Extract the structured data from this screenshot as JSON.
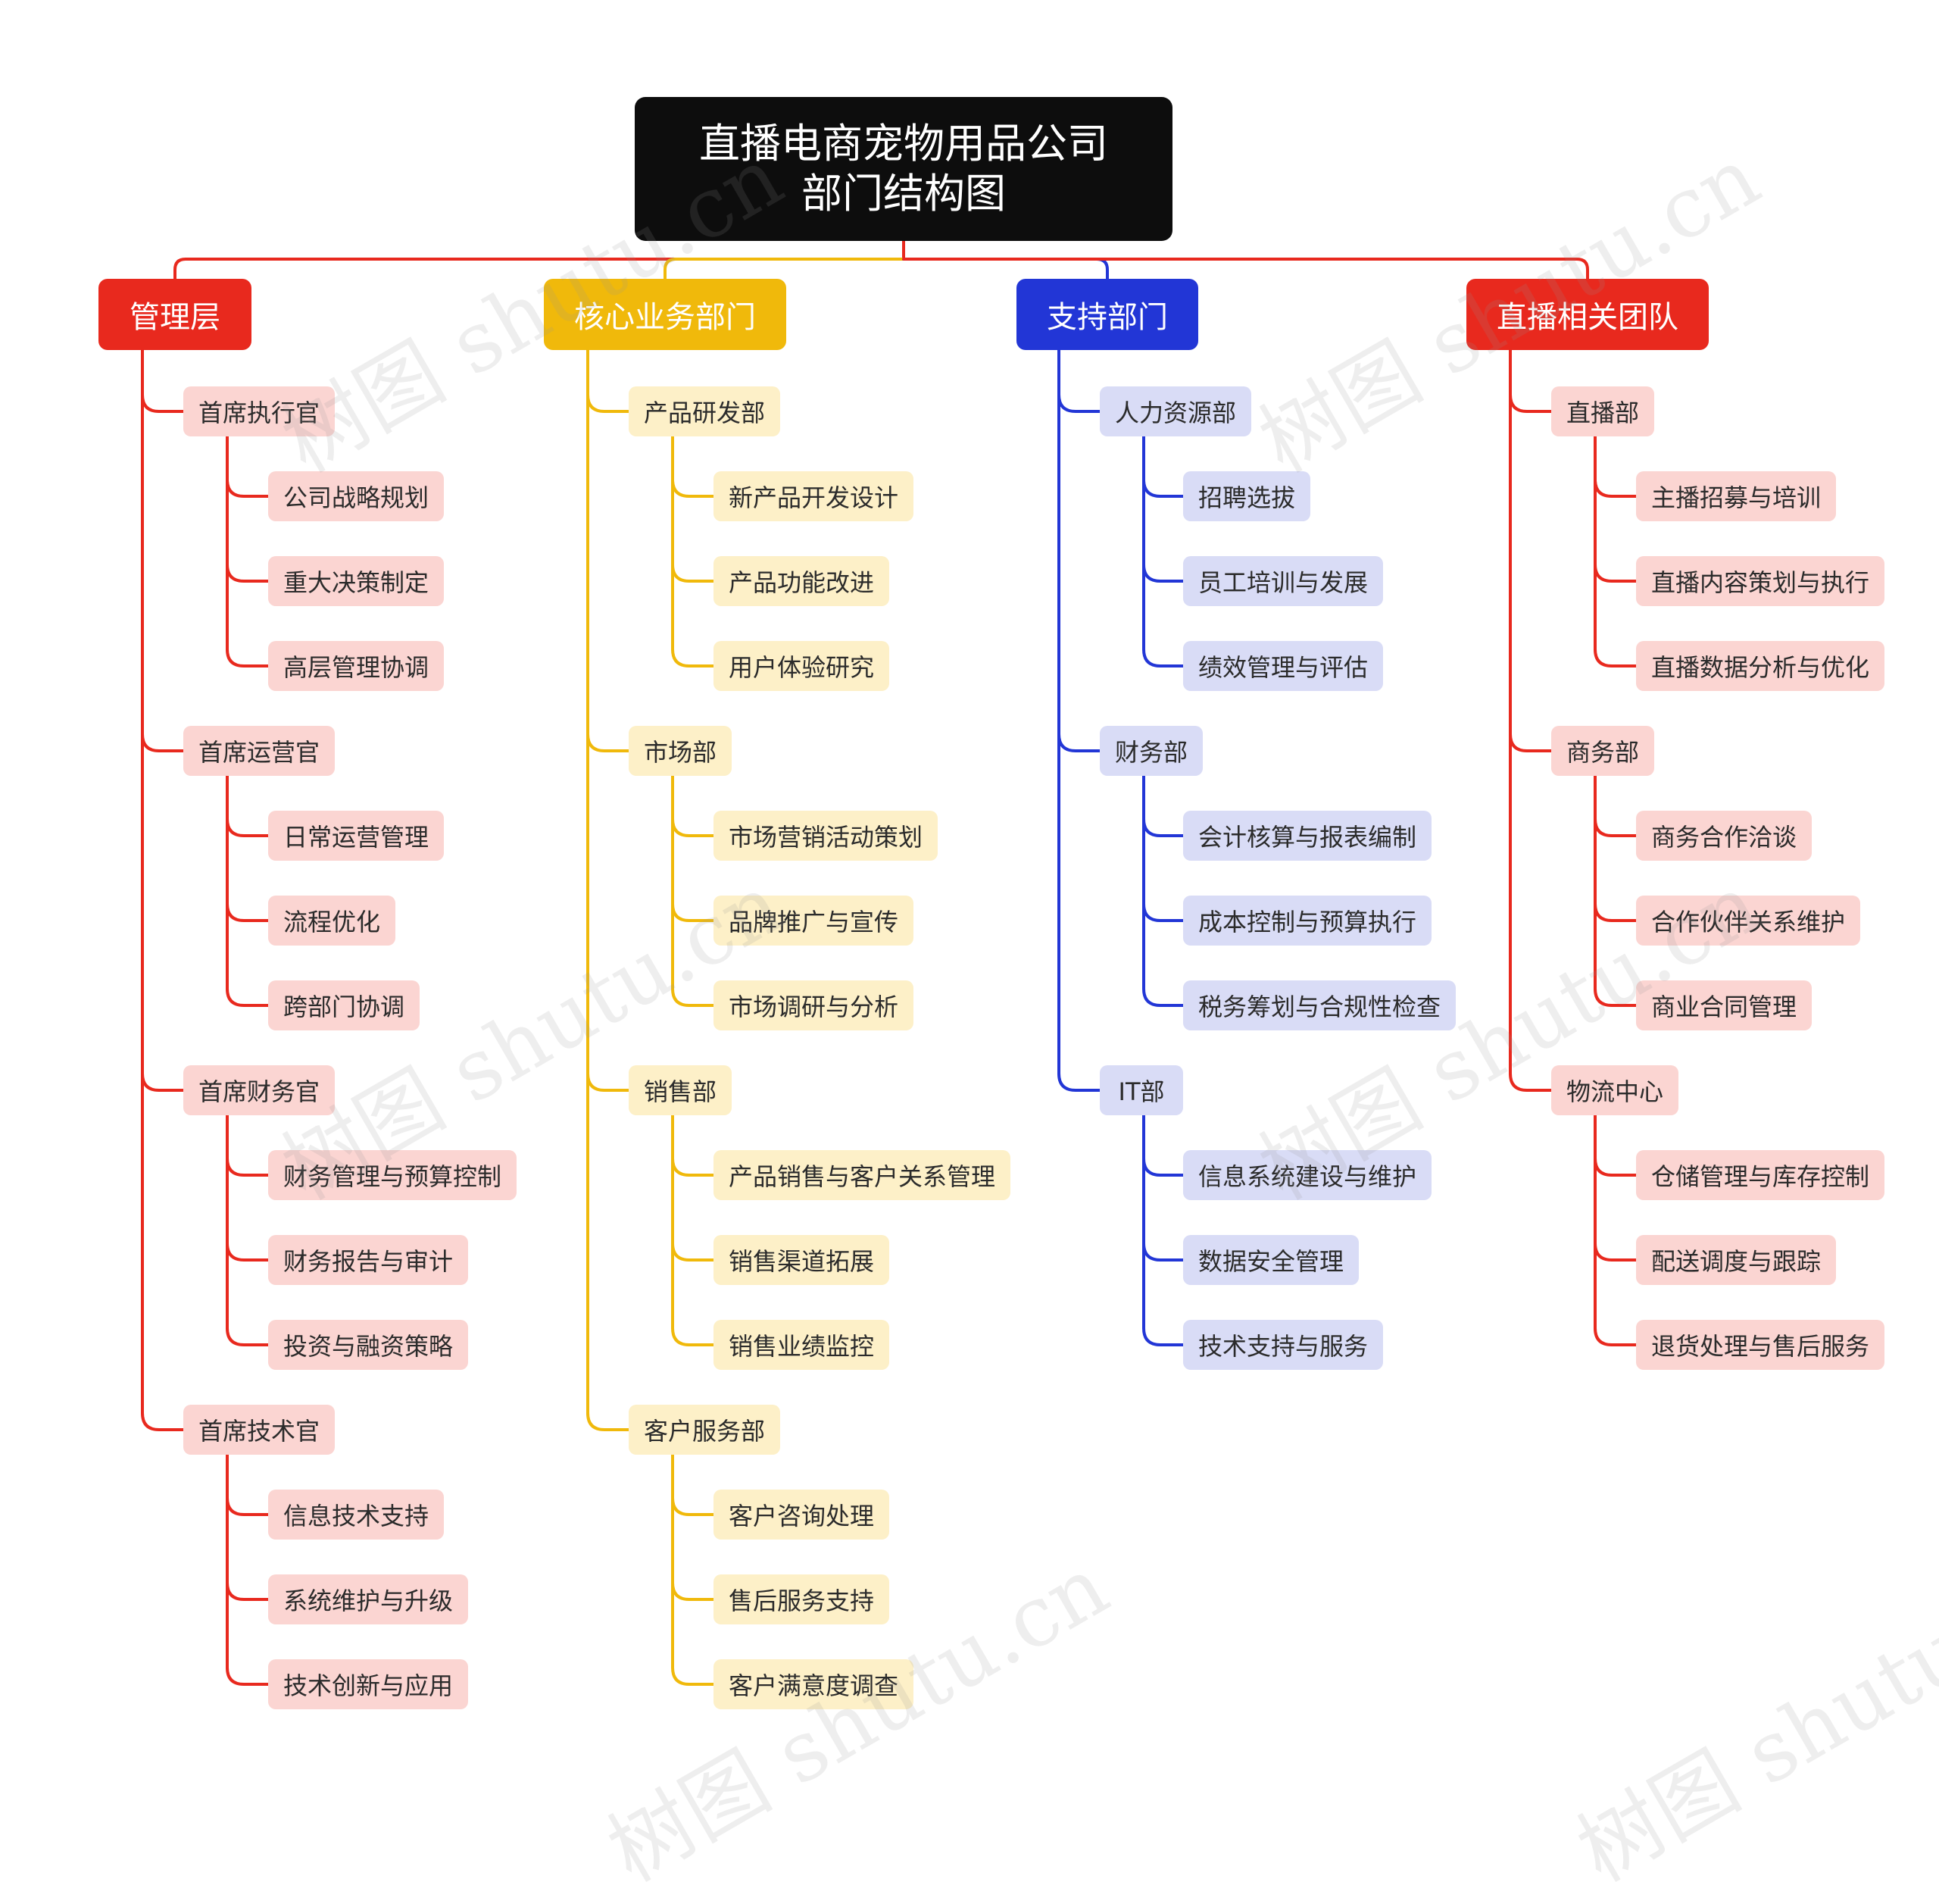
{
  "root": {
    "title": "直播电商宠物用品公司部门结构图"
  },
  "watermark_text": "树图 shutu.cn",
  "departments": [
    {
      "label": "管理层",
      "color": "#e8291e",
      "sub_fill": "#fbd5d2",
      "groups": [
        {
          "label": "首席执行官",
          "items": [
            "公司战略规划",
            "重大决策制定",
            "高层管理协调"
          ]
        },
        {
          "label": "首席运营官",
          "items": [
            "日常运营管理",
            "流程优化",
            "跨部门协调"
          ]
        },
        {
          "label": "首席财务官",
          "items": [
            "财务管理与预算控制",
            "财务报告与审计",
            "投资与融资策略"
          ]
        },
        {
          "label": "首席技术官",
          "items": [
            "信息技术支持",
            "系统维护与升级",
            "技术创新与应用"
          ]
        }
      ]
    },
    {
      "label": "核心业务部门",
      "color": "#f0b90b",
      "sub_fill": "#fdf0c8",
      "groups": [
        {
          "label": "产品研发部",
          "items": [
            "新产品开发设计",
            "产品功能改进",
            "用户体验研究"
          ]
        },
        {
          "label": "市场部",
          "items": [
            "市场营销活动策划",
            "品牌推广与宣传",
            "市场调研与分析"
          ]
        },
        {
          "label": "销售部",
          "items": [
            "产品销售与客户关系管理",
            "销售渠道拓展",
            "销售业绩监控"
          ]
        },
        {
          "label": "客户服务部",
          "items": [
            "客户咨询处理",
            "售后服务支持",
            "客户满意度调查"
          ]
        }
      ]
    },
    {
      "label": "支持部门",
      "color": "#2236d6",
      "sub_fill": "#d9dcf6",
      "groups": [
        {
          "label": "人力资源部",
          "items": [
            "招聘选拔",
            "员工培训与发展",
            "绩效管理与评估"
          ]
        },
        {
          "label": "财务部",
          "items": [
            "会计核算与报表编制",
            "成本控制与预算执行",
            "税务筹划与合规性检查"
          ]
        },
        {
          "label": "IT部",
          "items": [
            "信息系统建设与维护",
            "数据安全管理",
            "技术支持与服务"
          ]
        }
      ]
    },
    {
      "label": "直播相关团队",
      "color": "#e8291e",
      "sub_fill": "#fbd5d2",
      "groups": [
        {
          "label": "直播部",
          "items": [
            "主播招募与培训",
            "直播内容策划与执行",
            "直播数据分析与优化"
          ]
        },
        {
          "label": "商务部",
          "items": [
            "商务合作洽谈",
            "合作伙伴关系维护",
            "商业合同管理"
          ]
        },
        {
          "label": "物流中心",
          "items": [
            "仓储管理与库存控制",
            "配送调度与跟踪",
            "退货处理与售后服务"
          ]
        }
      ]
    }
  ]
}
